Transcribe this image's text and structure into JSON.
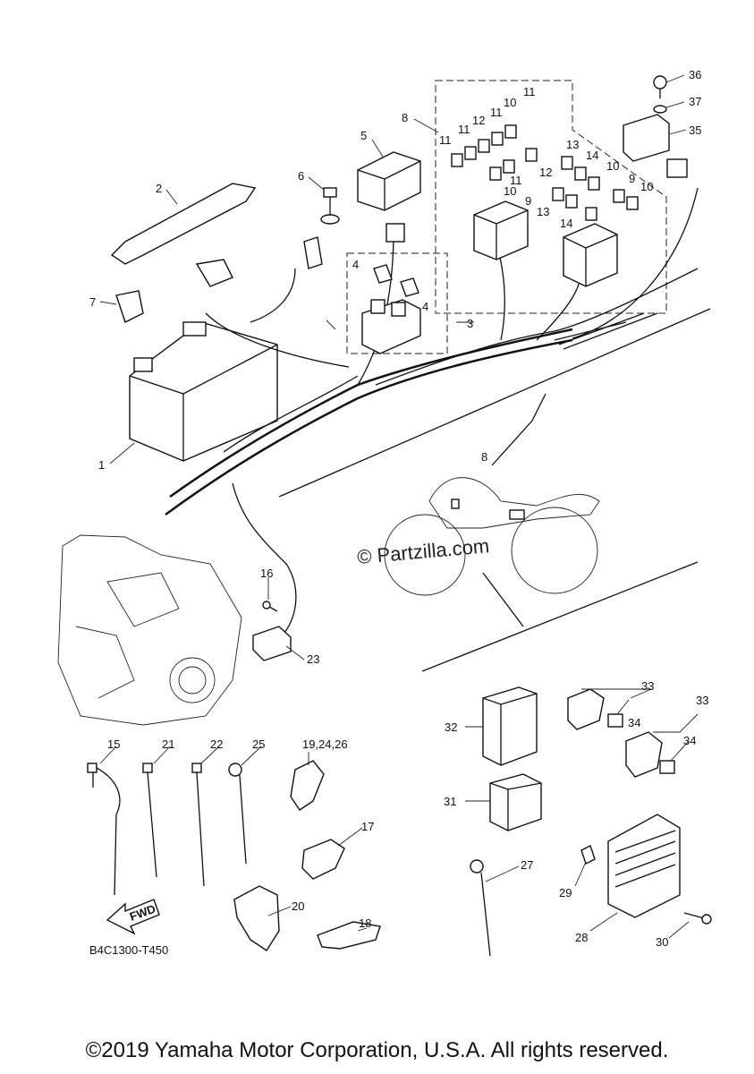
{
  "diagram": {
    "code": "B4C1300-T450",
    "watermark": "© Partzilla.com",
    "fwd_label": "FWD",
    "callouts": {
      "n1": "1",
      "n2": "2",
      "n3": "3",
      "n4a": "4",
      "n4b": "4",
      "n5": "5",
      "n6": "6",
      "n7": "7",
      "n8a": "8",
      "n8b": "8",
      "n9a": "9",
      "n9b": "9",
      "n10a": "10",
      "n10b": "10",
      "n10c": "10",
      "n10d": "10",
      "n11a": "11",
      "n11b": "11",
      "n11c": "11",
      "n11d": "11",
      "n11e": "11",
      "n12a": "12",
      "n12b": "12",
      "n13a": "13",
      "n13b": "13",
      "n14a": "14",
      "n14b": "14",
      "n15": "15",
      "n16": "16",
      "n17": "17",
      "n18": "18",
      "n19": "19,24,26",
      "n20": "20",
      "n21": "21",
      "n22": "22",
      "n23": "23",
      "n25": "25",
      "n27": "27",
      "n28": "28",
      "n29": "29",
      "n30": "30",
      "n31": "31",
      "n32": "32",
      "n33a": "33",
      "n33b": "33",
      "n34a": "34",
      "n34b": "34",
      "n35": "35",
      "n36": "36",
      "n37": "37"
    }
  },
  "footer": {
    "copyright": "©2019 Yamaha Motor Corporation, U.S.A. All rights reserved."
  }
}
